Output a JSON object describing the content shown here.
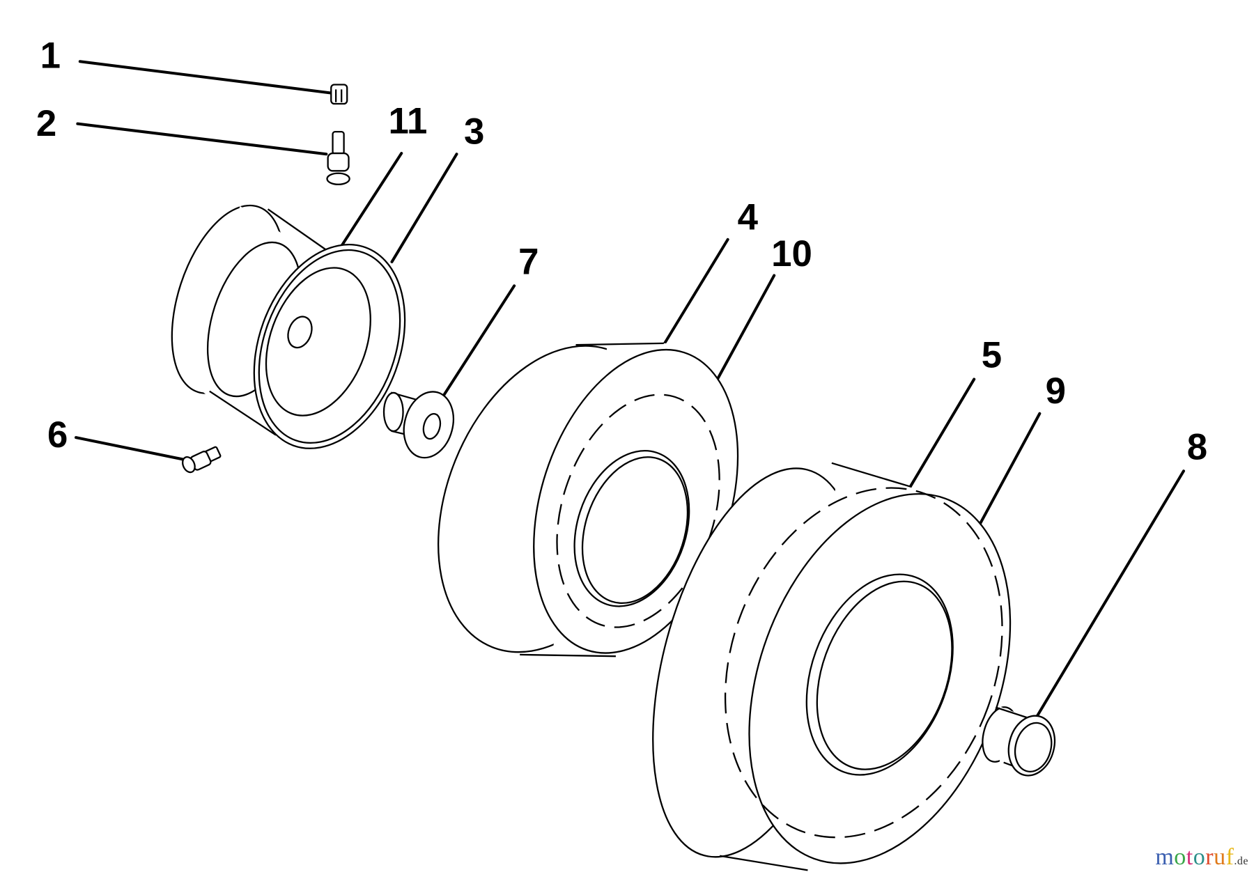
{
  "callouts": {
    "c1": "1",
    "c2": "2",
    "c3": "3",
    "c4": "4",
    "c5": "5",
    "c6": "6",
    "c7": "7",
    "c8": "8",
    "c9": "9",
    "c10": "10",
    "c11": "11"
  },
  "parts": [
    "valve-cap",
    "valve-stem",
    "rim",
    "tire-front",
    "tire-rear",
    "grease-fitting",
    "spacer",
    "hub-cap",
    "tire-liner-rear",
    "tire-liner-front",
    "rim-seal"
  ],
  "watermark": {
    "text": "motoruf",
    "letters": [
      "m",
      "o",
      "t",
      "o",
      "r",
      "u",
      "f"
    ],
    "tld": ".de"
  },
  "colors": {
    "line": "#000000",
    "background": "#ffffff"
  }
}
